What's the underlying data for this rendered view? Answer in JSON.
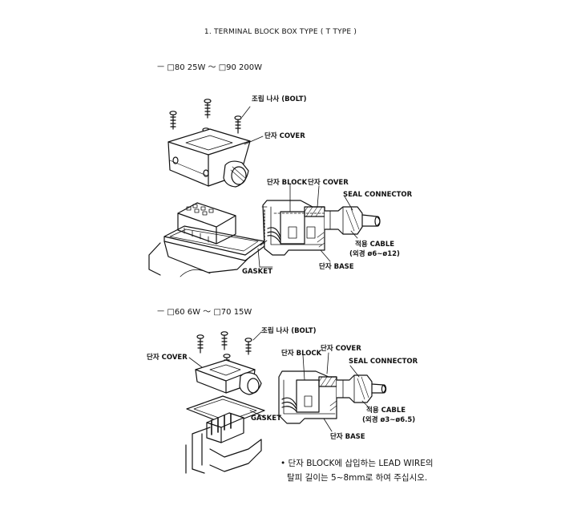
{
  "title": "1. TERMINAL BLOCK BOX TYPE ( T TYPE )",
  "section1": {
    "range": "ㅡ □80  25W  ～  □90  200W",
    "labels": {
      "bolt": "조립 나사 (BOLT)",
      "cover_top": "단자 COVER",
      "block": "단자 BLOCK",
      "cover_side": "단자 COVER",
      "seal": "SEAL CONNECTOR",
      "cable": "적용 CABLE",
      "cable_dia": "(외경 ø6~ø12)",
      "base": "단자 BASE",
      "gasket": "GASKET"
    }
  },
  "section2": {
    "range": "ㅡ □60  6W  ～  □70  15W",
    "labels": {
      "bolt": "조립 나사 (BOLT)",
      "cover_left": "단자 COVER",
      "block": "단자 BLOCK",
      "cover_side": "단자 COVER",
      "seal": "SEAL CONNECTOR",
      "cable": "적용 CABLE",
      "cable_dia": "(외경 ø3~ø6.5)",
      "gasket": "GASKET",
      "base": "단자 BASE"
    }
  },
  "note": {
    "line1": "• 단자 BLOCK에 삽입하는 LEAD WIRE의",
    "line2": "탈피 길이는 5~8mm로 하여 주십시오."
  }
}
